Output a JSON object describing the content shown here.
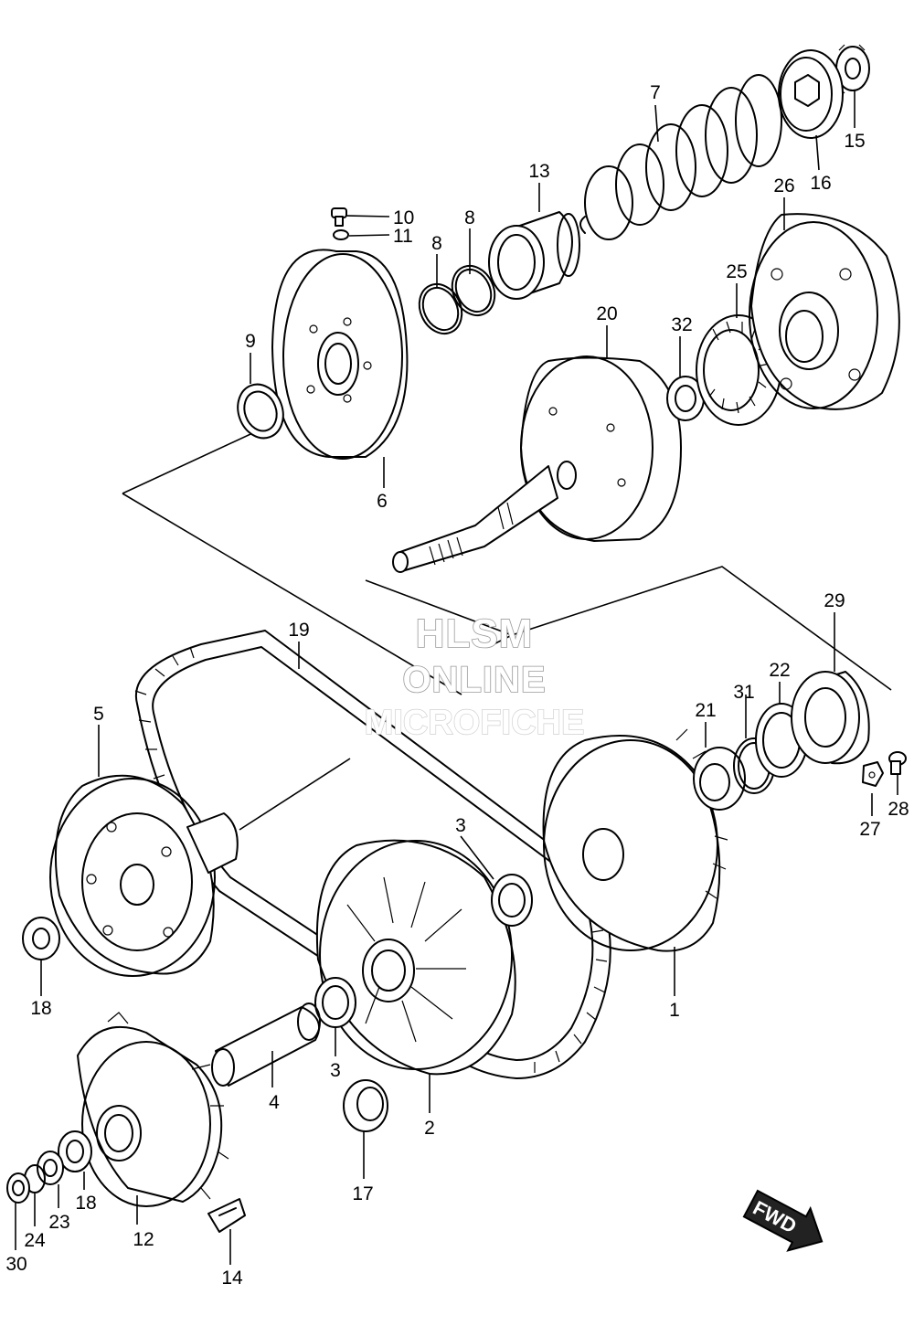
{
  "watermark": {
    "line1": "HLSM",
    "line2": "ONLINE",
    "line3": "MICROFICHE"
  },
  "direction_badge": {
    "label": "FWD"
  },
  "callouts": [
    {
      "id": "c1",
      "text": "1"
    },
    {
      "id": "c2",
      "text": "2"
    },
    {
      "id": "c3a",
      "text": "3"
    },
    {
      "id": "c3b",
      "text": "3"
    },
    {
      "id": "c4",
      "text": "4"
    },
    {
      "id": "c5",
      "text": "5"
    },
    {
      "id": "c6",
      "text": "6"
    },
    {
      "id": "c7",
      "text": "7"
    },
    {
      "id": "c8a",
      "text": "8"
    },
    {
      "id": "c8b",
      "text": "8"
    },
    {
      "id": "c9",
      "text": "9"
    },
    {
      "id": "c10",
      "text": "10"
    },
    {
      "id": "c11",
      "text": "11"
    },
    {
      "id": "c12",
      "text": "12"
    },
    {
      "id": "c13",
      "text": "13"
    },
    {
      "id": "c14",
      "text": "14"
    },
    {
      "id": "c15",
      "text": "15"
    },
    {
      "id": "c16",
      "text": "16"
    },
    {
      "id": "c17",
      "text": "17"
    },
    {
      "id": "c18a",
      "text": "18"
    },
    {
      "id": "c18b",
      "text": "18"
    },
    {
      "id": "c19",
      "text": "19"
    },
    {
      "id": "c20",
      "text": "20"
    },
    {
      "id": "c21",
      "text": "21"
    },
    {
      "id": "c22",
      "text": "22"
    },
    {
      "id": "c23",
      "text": "23"
    },
    {
      "id": "c24",
      "text": "24"
    },
    {
      "id": "c25",
      "text": "25"
    },
    {
      "id": "c26",
      "text": "26"
    },
    {
      "id": "c27",
      "text": "27"
    },
    {
      "id": "c28",
      "text": "28"
    },
    {
      "id": "c29",
      "text": "29"
    },
    {
      "id": "c30",
      "text": "30"
    },
    {
      "id": "c31",
      "text": "31"
    },
    {
      "id": "c32",
      "text": "32"
    }
  ]
}
